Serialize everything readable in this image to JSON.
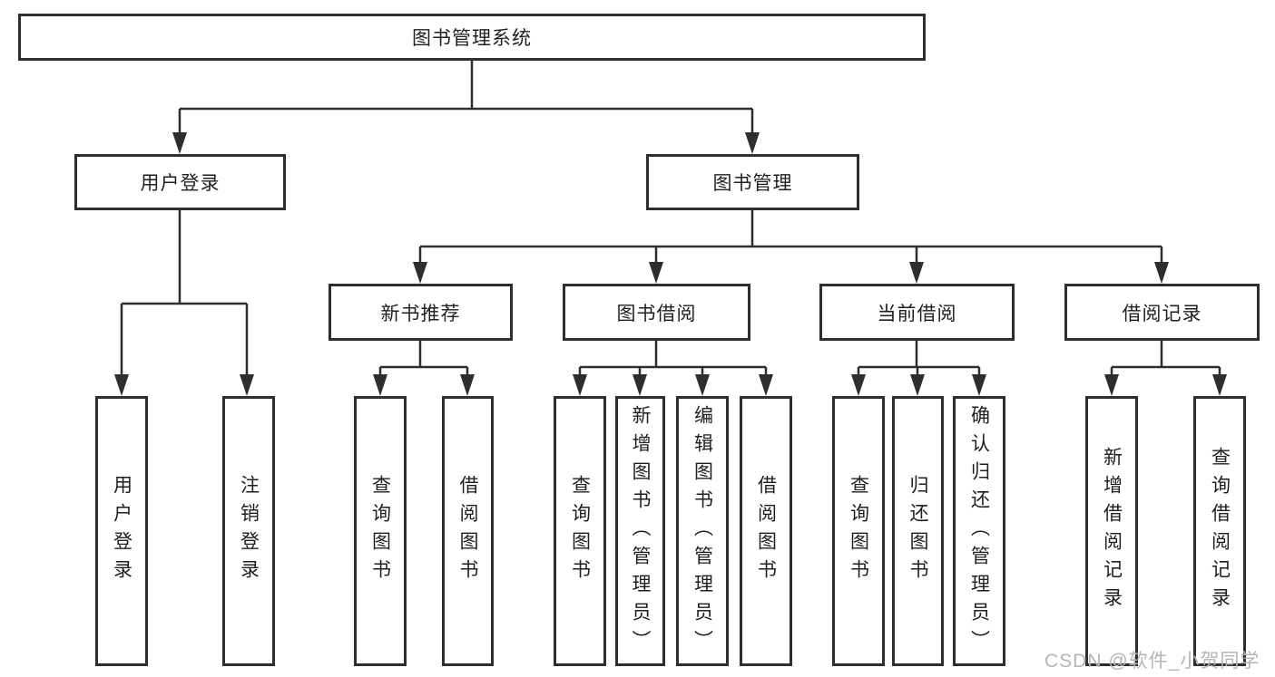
{
  "diagram": {
    "root_label": "图书管理系统",
    "level2": {
      "user_login": "用户登录",
      "book_management": "图书管理"
    },
    "level3": {
      "new_book_recommend": "新书推荐",
      "book_borrow": "图书借阅",
      "current_borrow": "当前借阅",
      "borrow_records": "借阅记录"
    },
    "leaves": {
      "user_login": [
        "用户登录",
        "注销登录"
      ],
      "new_book_recommend": [
        "查询图书",
        "借阅图书"
      ],
      "book_borrow": [
        "查询图书",
        "新增图书（管理员）",
        "编辑图书（管理员）",
        "借阅图书"
      ],
      "current_borrow": [
        "查询图书",
        "归还图书",
        "确认归还（管理员）"
      ],
      "borrow_records": [
        "新增借阅记录",
        "查询借阅记录"
      ]
    }
  },
  "watermark": {
    "text": "CSDN @软件_小贺同学"
  },
  "colors": {
    "line": "#2e2e2e",
    "border": "#2e2e2e",
    "text": "#1f1f1f",
    "watermark": "#b5b5b5",
    "background": "#ffffff"
  }
}
